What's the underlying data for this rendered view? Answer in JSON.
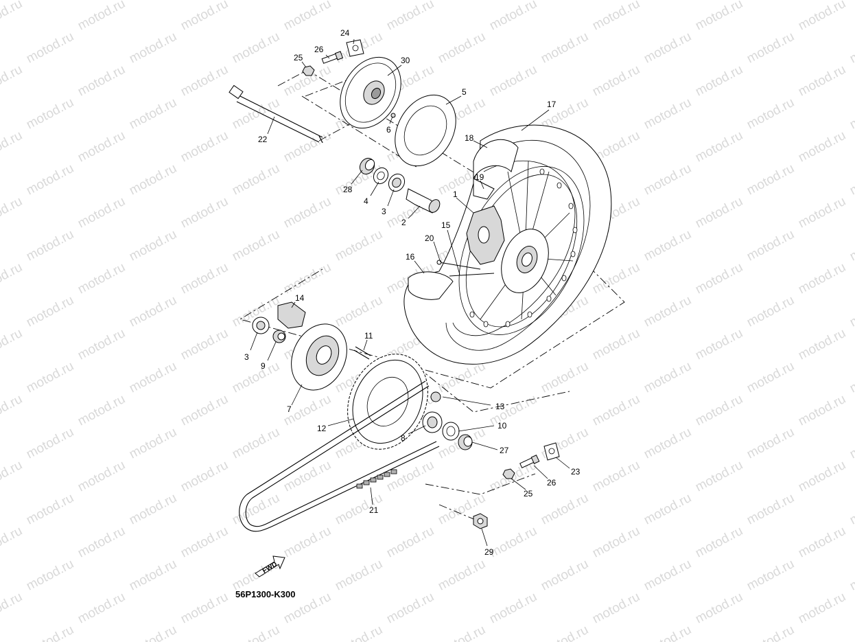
{
  "watermark": "motod.ru",
  "diagram_code": "56P1300-K300",
  "fwd_label": "FWD",
  "part_labels": [
    {
      "id": "p24",
      "text": "24"
    },
    {
      "id": "p25a",
      "text": "25"
    },
    {
      "id": "p26a",
      "text": "26"
    },
    {
      "id": "p30",
      "text": "30"
    },
    {
      "id": "p5",
      "text": "5"
    },
    {
      "id": "p6",
      "text": "6"
    },
    {
      "id": "p17",
      "text": "17"
    },
    {
      "id": "p18",
      "text": "18"
    },
    {
      "id": "p22",
      "text": "22"
    },
    {
      "id": "p19",
      "text": "19"
    },
    {
      "id": "p28",
      "text": "28"
    },
    {
      "id": "p4",
      "text": "4"
    },
    {
      "id": "p3a",
      "text": "3"
    },
    {
      "id": "p1",
      "text": "1"
    },
    {
      "id": "p2",
      "text": "2"
    },
    {
      "id": "p15",
      "text": "15"
    },
    {
      "id": "p20",
      "text": "20"
    },
    {
      "id": "p16",
      "text": "16"
    },
    {
      "id": "p14",
      "text": "14"
    },
    {
      "id": "p11",
      "text": "11"
    },
    {
      "id": "p3b",
      "text": "3"
    },
    {
      "id": "p9",
      "text": "9"
    },
    {
      "id": "p7",
      "text": "7"
    },
    {
      "id": "p13",
      "text": "13"
    },
    {
      "id": "p12",
      "text": "12"
    },
    {
      "id": "p10",
      "text": "10"
    },
    {
      "id": "p8",
      "text": "8"
    },
    {
      "id": "p27",
      "text": "27"
    },
    {
      "id": "p23",
      "text": "23"
    },
    {
      "id": "p26b",
      "text": "26"
    },
    {
      "id": "p25b",
      "text": "25"
    },
    {
      "id": "p21",
      "text": "21"
    },
    {
      "id": "p29",
      "text": "29"
    }
  ]
}
